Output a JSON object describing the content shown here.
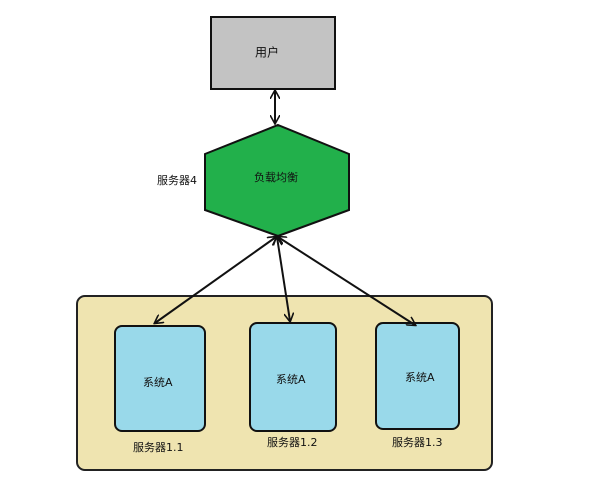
{
  "nodes": {
    "user": {
      "label": "用户",
      "fill": "#c3c3c3"
    },
    "load_balancer": {
      "label": "负载均衡",
      "fill": "#22b04b",
      "server_label": "服务器4"
    },
    "servers": [
      {
        "system_label": "系统A",
        "server_label": "服务器1.1",
        "fill": "#99d9ea"
      },
      {
        "system_label": "系统A",
        "server_label": "服务器1.2",
        "fill": "#99d9ea"
      },
      {
        "system_label": "系统A",
        "server_label": "服务器1.3",
        "fill": "#99d9ea"
      }
    ]
  },
  "group": {
    "fill": "#efe4b0",
    "stroke": "#222222"
  },
  "colors": {
    "stroke": "#111111",
    "arrow": "#111111"
  }
}
